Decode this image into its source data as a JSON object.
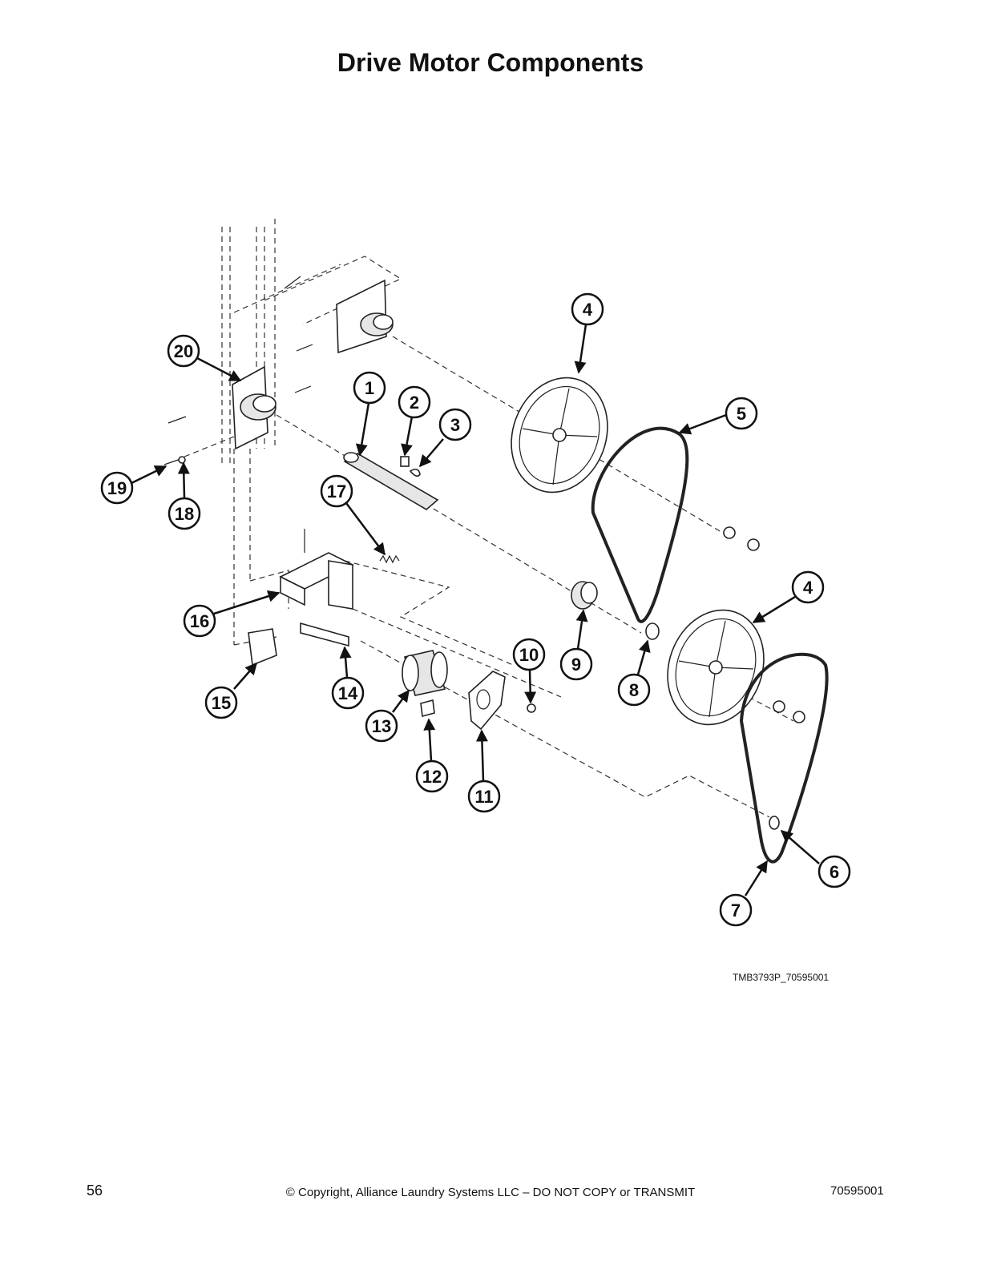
{
  "page": {
    "title": "Drive Motor Components",
    "drawing_id": "TMB3793P_70595001",
    "page_number": "56",
    "copyright": "© Copyright, Alliance Laundry Systems LLC – DO NOT COPY or TRANSMIT",
    "doc_number": "70595001"
  },
  "callouts": [
    {
      "label": "1"
    },
    {
      "label": "2"
    },
    {
      "label": "3"
    },
    {
      "label": "4"
    },
    {
      "label": "4"
    },
    {
      "label": "5"
    },
    {
      "label": "6"
    },
    {
      "label": "7"
    },
    {
      "label": "8"
    },
    {
      "label": "9"
    },
    {
      "label": "10"
    },
    {
      "label": "11"
    },
    {
      "label": "12"
    },
    {
      "label": "13"
    },
    {
      "label": "14"
    },
    {
      "label": "15"
    },
    {
      "label": "16"
    },
    {
      "label": "17"
    },
    {
      "label": "18"
    },
    {
      "label": "19"
    },
    {
      "label": "20"
    }
  ]
}
